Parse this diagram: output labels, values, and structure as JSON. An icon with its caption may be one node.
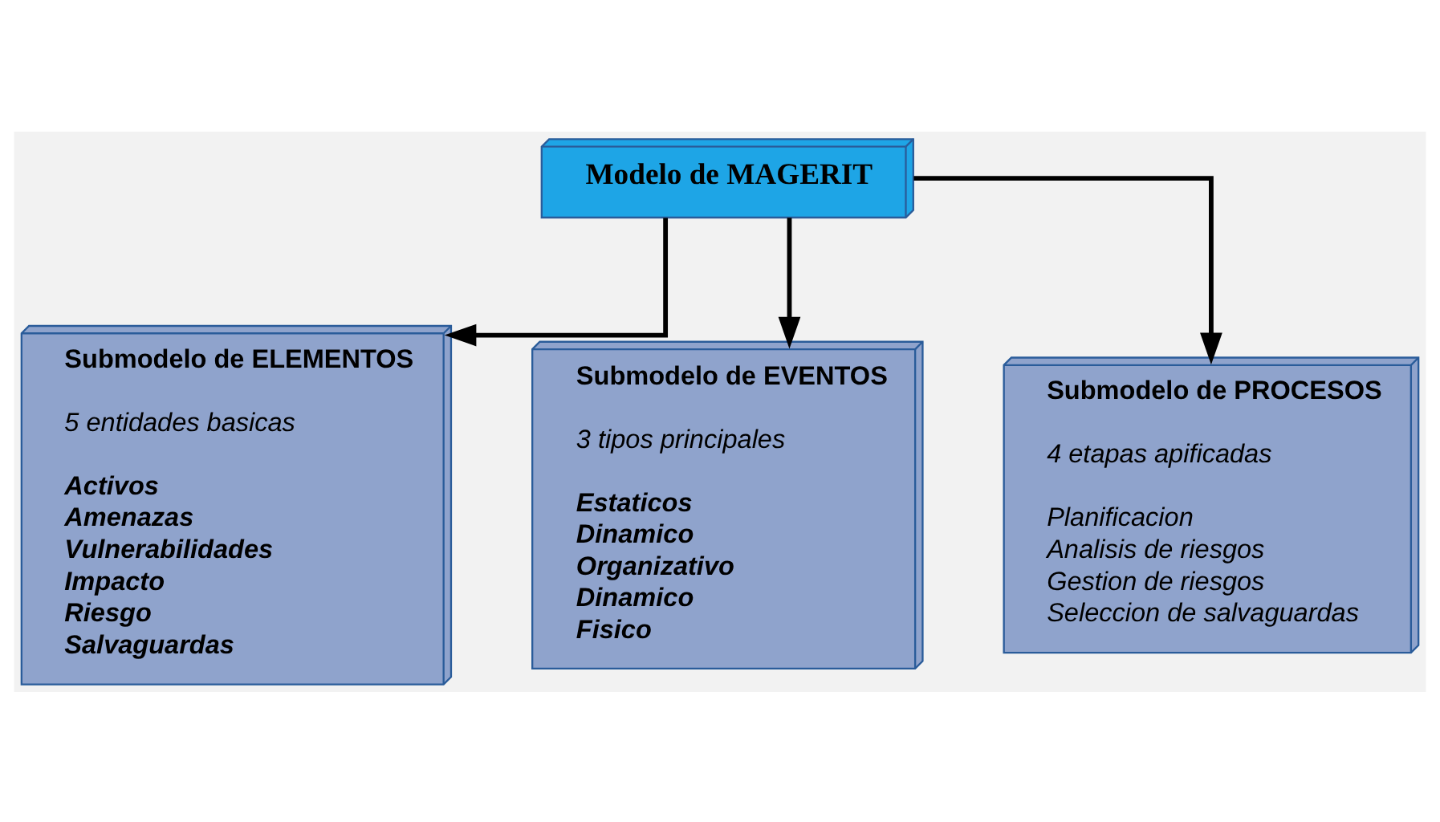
{
  "diagram": {
    "nodes": [
      {
        "text": [
          "Modelo de MAGERIT"
        ]
      },
      {
        "text": [
          "Submodelo de ELEMENTOS",
          "5 entidades basicas",
          "Activos",
          "Amenazas",
          "Vulnerabilidades",
          "Impacto",
          "Riesgo",
          "Salvaguardas"
        ]
      },
      {
        "text": [
          "Submodelo de EVENTOS",
          "3 tipos principales",
          "Estaticos",
          "Dinamico",
          "Organizativo",
          "Dinamico",
          "Fisico"
        ]
      },
      {
        "text": [
          "Submodelo de PROCESOS",
          "4 etapas apificadas",
          "Planificacion",
          "Analisis de riesgos",
          "Gestion de riesgos",
          "Seleccion de salvaguardas"
        ]
      }
    ],
    "edges": [
      {
        "from": 0,
        "to": 1,
        "arrow": "to"
      },
      {
        "from": 0,
        "to": 2,
        "arrow": "to"
      },
      {
        "from": 0,
        "to": 3,
        "arrow": "to"
      }
    ]
  }
}
